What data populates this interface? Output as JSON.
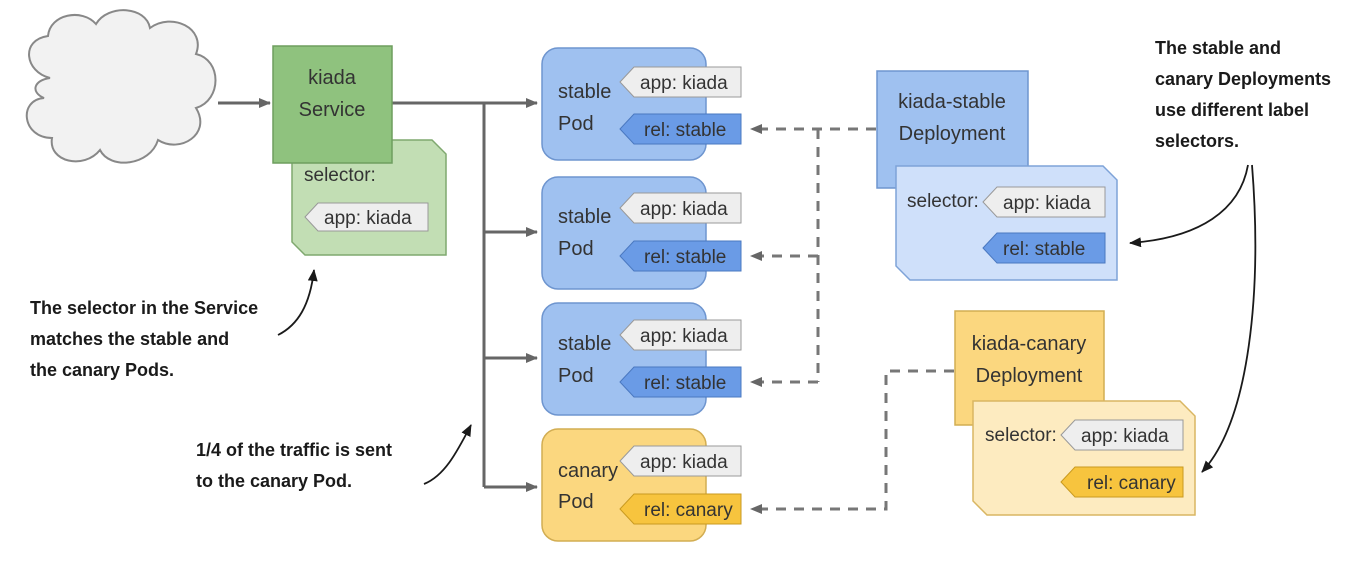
{
  "service": {
    "name_line1": "kiada",
    "name_line2": "Service",
    "selector_label": "selector:",
    "selector_app": "app: kiada"
  },
  "pods": [
    {
      "line1": "stable",
      "line2": "Pod",
      "app": "app: kiada",
      "rel": "rel: stable"
    },
    {
      "line1": "stable",
      "line2": "Pod",
      "app": "app: kiada",
      "rel": "rel: stable"
    },
    {
      "line1": "stable",
      "line2": "Pod",
      "app": "app: kiada",
      "rel": "rel: stable"
    },
    {
      "line1": "canary",
      "line2": "Pod",
      "app": "app: kiada",
      "rel": "rel: canary"
    }
  ],
  "stable_deployment": {
    "name_line1": "kiada-stable",
    "name_line2": "Deployment",
    "selector_label": "selector:",
    "selector_app": "app: kiada",
    "selector_rel": "rel: stable"
  },
  "canary_deployment": {
    "name_line1": "kiada-canary",
    "name_line2": "Deployment",
    "selector_label": "selector:",
    "selector_app": "app: kiada",
    "selector_rel": "rel: canary"
  },
  "notes": {
    "selectors_line1": "The stable and",
    "selectors_line2": "canary Deployments",
    "selectors_line3": "use different label",
    "selectors_line4": "selectors.",
    "service_line1": "The selector in the Service",
    "service_line2": "matches the stable and",
    "service_line3": "the canary Pods.",
    "traffic_line1": "1/4 of the traffic is sent",
    "traffic_line2": "to the canary Pod."
  },
  "colors": {
    "service_green": "#8fc27e",
    "service_selector_green": "#c2deb4",
    "stable_blue": "#9fc1f0",
    "stable_blue_light": "#cfe0fa",
    "rel_blue": "#6a9be6",
    "canary_yellow": "#fbd77f",
    "canary_yellow_light": "#fdebc0",
    "rel_yellow": "#f7c43e",
    "label_gray": "#eeeeee"
  }
}
